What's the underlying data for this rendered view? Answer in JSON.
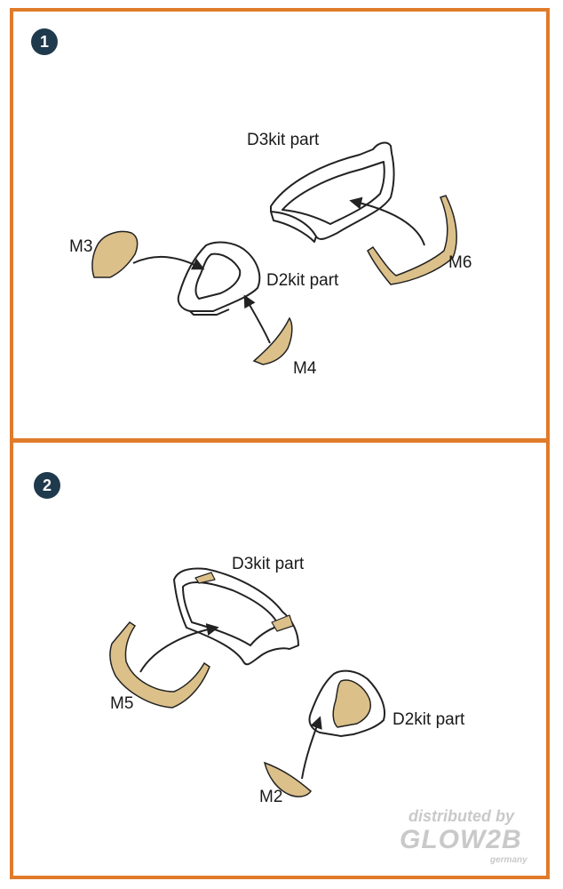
{
  "colors": {
    "frame": "#e07b2a",
    "badge": "#1f3a4d",
    "mask": "#dcc08a",
    "line": "#222222"
  },
  "step1": {
    "number": "1",
    "labels": {
      "d3": "D3kit part",
      "d2": "D2kit part",
      "m3": "M3",
      "m4": "M4",
      "m6": "M6"
    }
  },
  "step2": {
    "number": "2",
    "labels": {
      "d3": "D3kit part",
      "d2": "D2kit part",
      "m5": "M5",
      "m2": "M2"
    }
  },
  "watermark": {
    "line1": "distributed by",
    "line2": "GLOW2B",
    "line3": "germany"
  }
}
